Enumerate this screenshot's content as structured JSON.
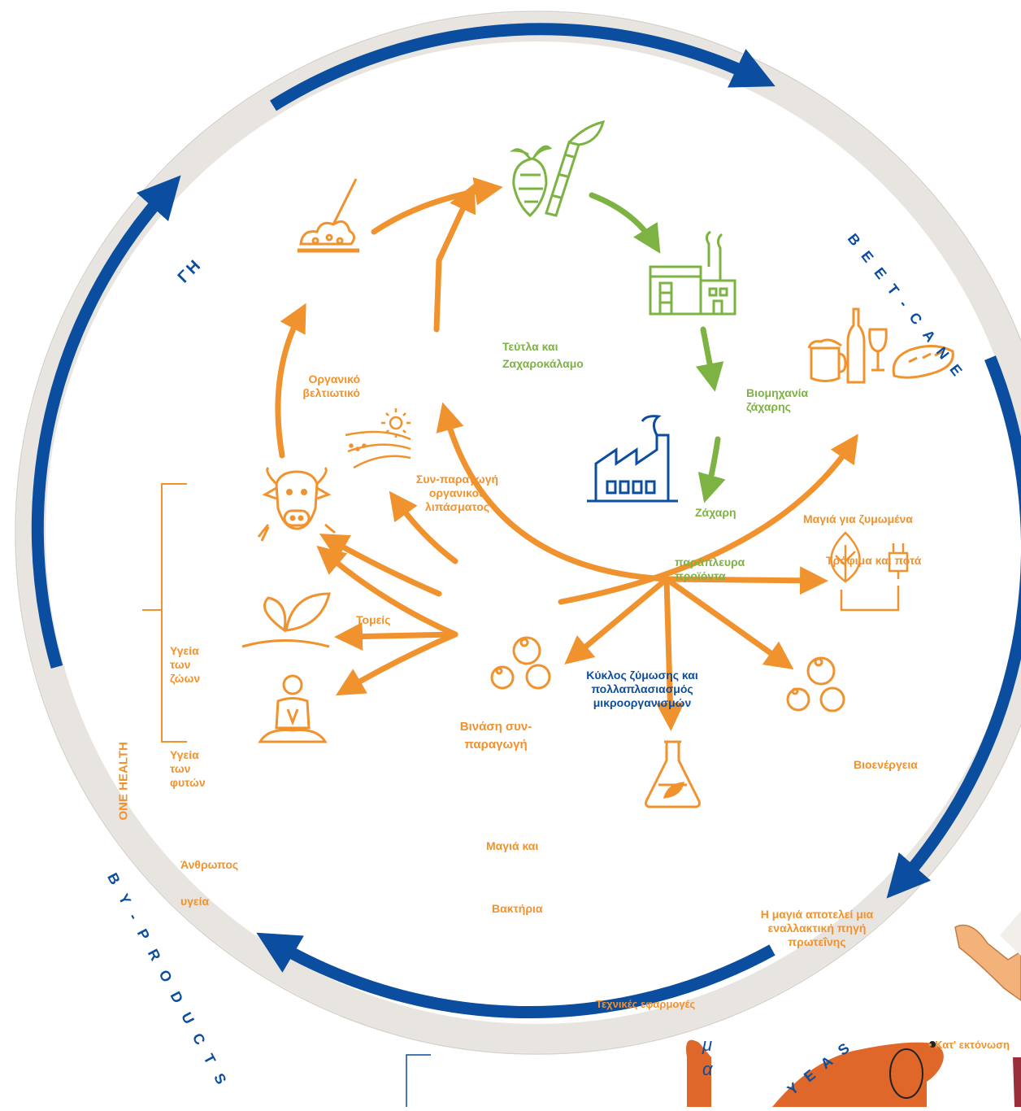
{
  "colors": {
    "orange": "#f0922e",
    "green": "#7cb342",
    "blue": "#0b4d9e",
    "ring": "#e8e5e1"
  },
  "ring_text": {
    "left": "ΓΗ",
    "right_top": "BEET-CANE",
    "bottom_left": "BY-PRODUCTS",
    "bottom_right": "YEAS"
  },
  "labels": {
    "beet_cane": "Τεύτλα και Ζαχαροκάλαμο",
    "sugar_industry": "Βιομηχανία ζάχαρης",
    "sugar": "Ζάχαρη",
    "organic_improver": "Οργανικό βελτιωτικό",
    "fertilizer": "Συν-παραγωγή οργανικού λιπάσματος",
    "sectors": "Τομείς",
    "byproducts": "παράπλευρα προϊόντα",
    "yeast_fermented": "Μαγιά για ζυμωμένα",
    "food_drinks": "Τρόφιμα και ποτά",
    "fermentation_cycle": "Κύκλος ζύμωσης και πολλαπλασιασμός μικροοργανισμών",
    "vinasse": "Βινάση συν-παραγωγή",
    "bioenergy": "Βιοενέργεια",
    "animal_health": "Υγεία των ζώων",
    "plant_health": "Υγεία των φυτών",
    "one_health": "ONE HEALTH",
    "human_health_1": "Άνθρωπος",
    "human_health_2": "υγεία",
    "yeast_and": "Μαγιά και",
    "bacteria": "Βακτήρια",
    "protein": "Η μαγιά αποτελεί μια εναλλακτική πηγή πρωτεΐνης",
    "tech_apps": "Τεχνικές εφαρμογές",
    "detail": "• Κατ' εκτόνωση",
    "mu_a": "μα"
  }
}
